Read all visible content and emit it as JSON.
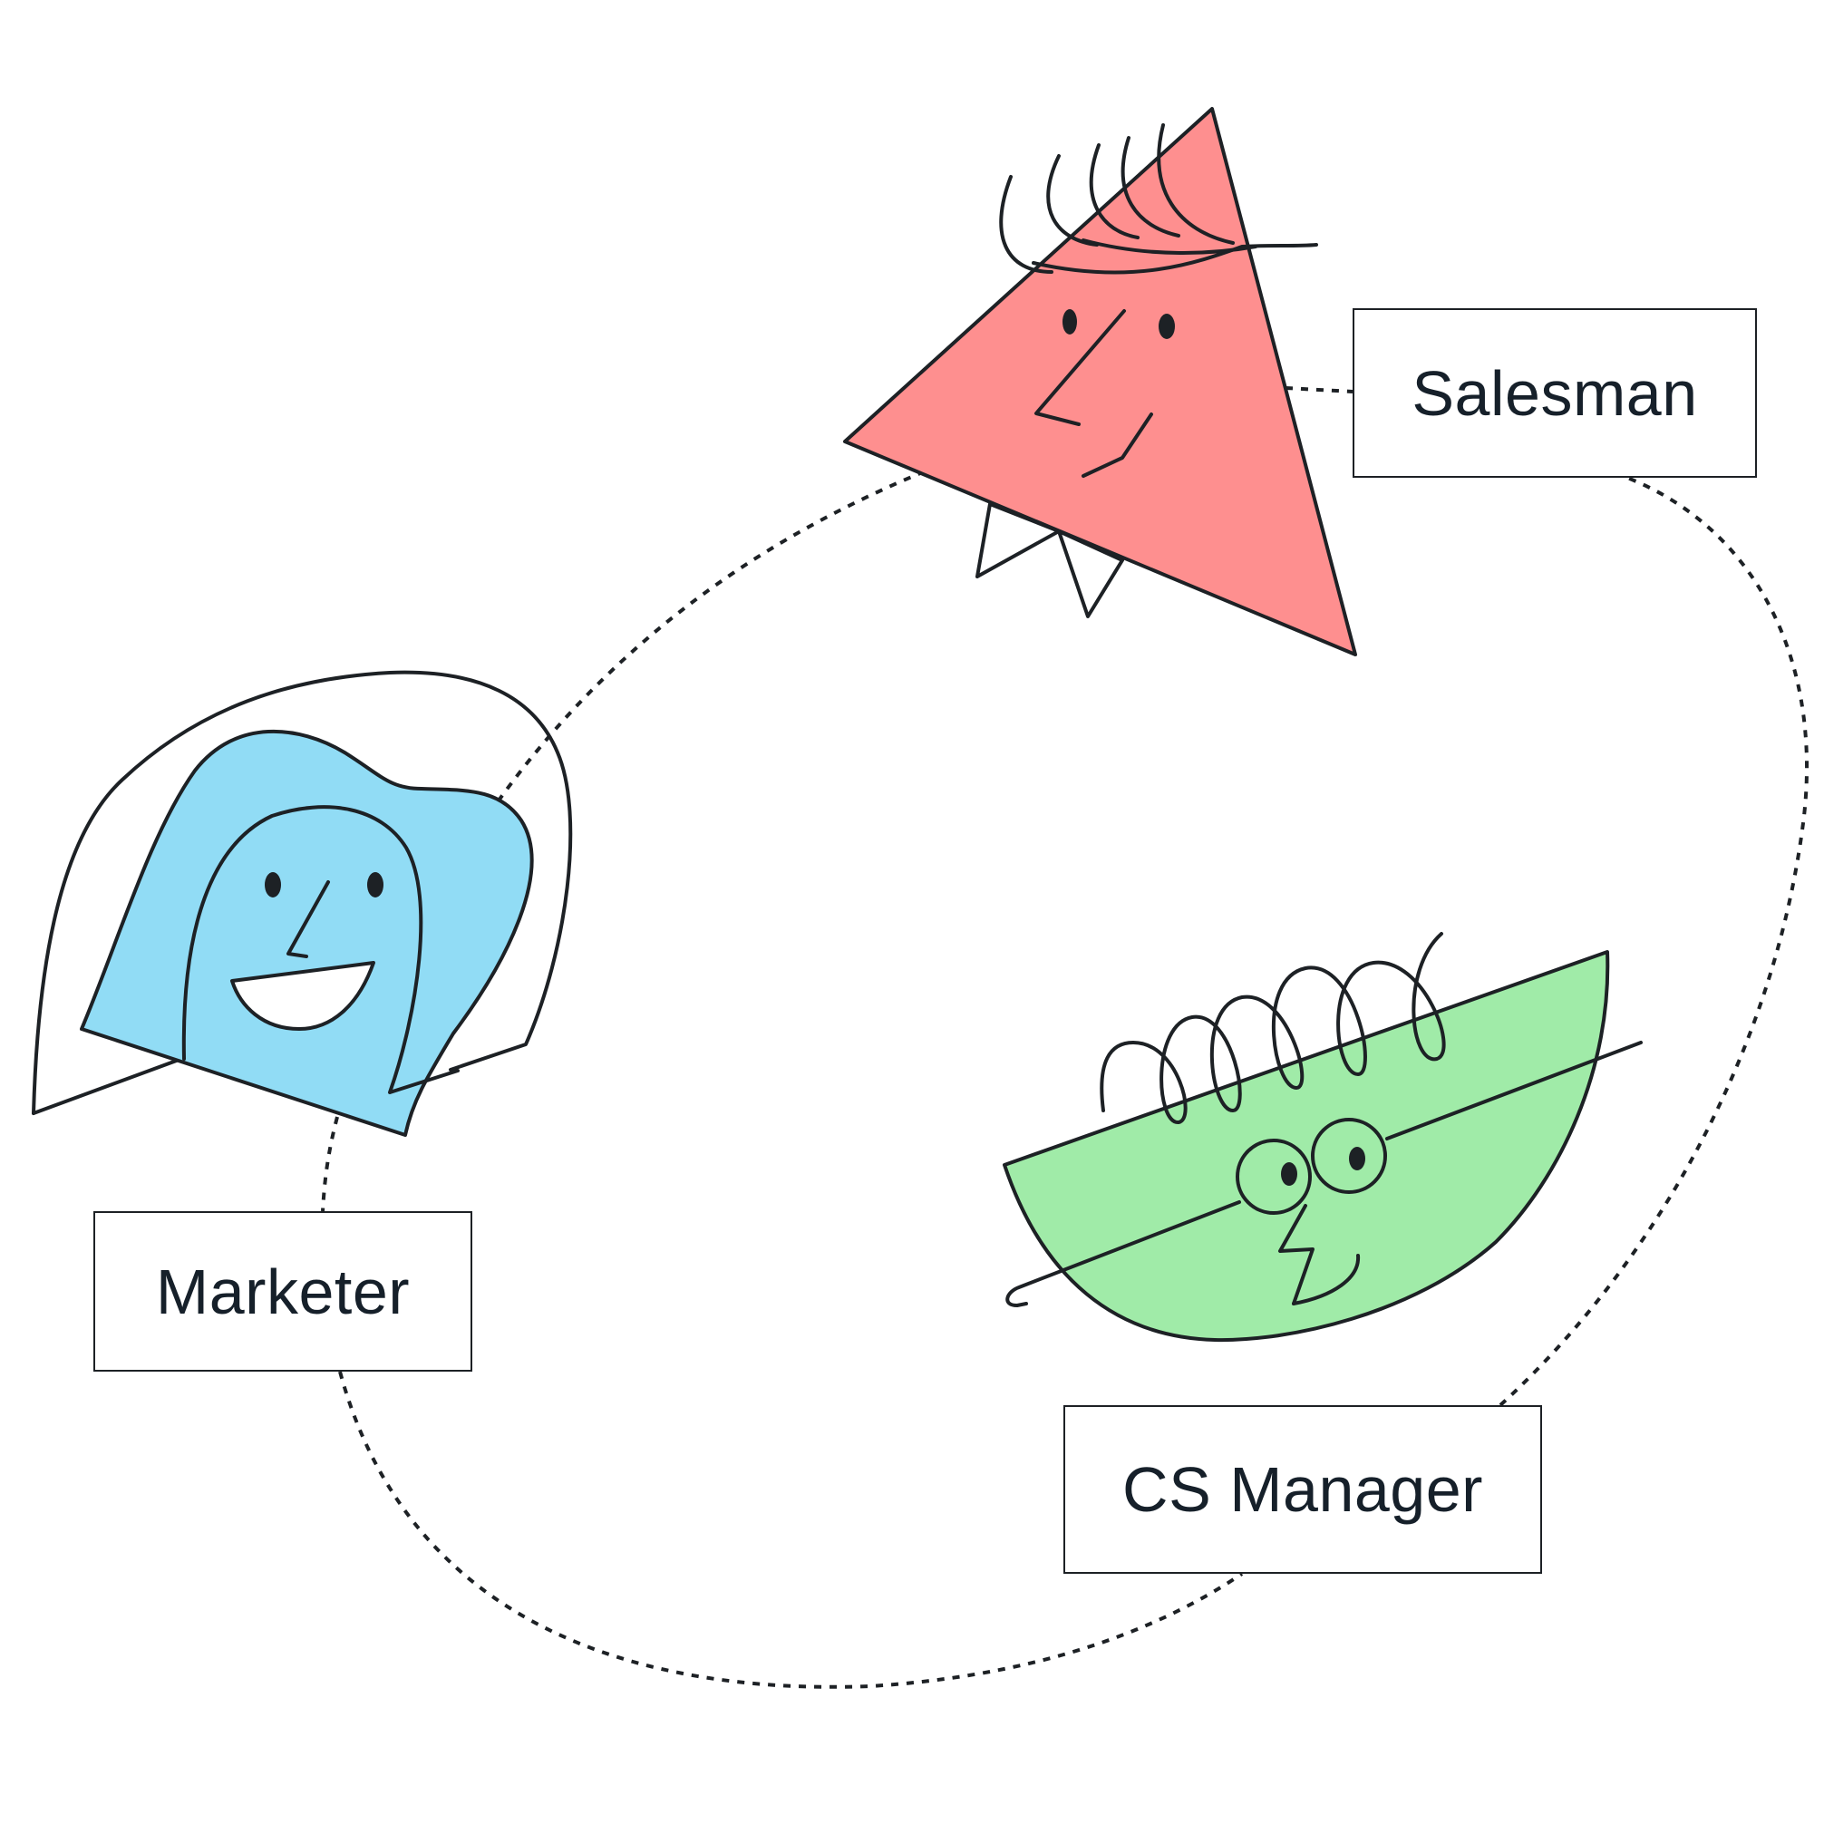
{
  "labels": {
    "salesman": "Salesman",
    "marketer": "Marketer",
    "cs_manager": "CS Manager"
  },
  "colors": {
    "salesman_fill": "#fe8f8f",
    "marketer_fill": "#91dcf5",
    "cs_manager_fill": "#a0eba8",
    "stroke": "#1d2125",
    "text": "#16202a"
  },
  "icons": {
    "salesman": "triangle-face-with-curly-hair",
    "marketer": "blue-face-with-hair-outline",
    "cs_manager": "green-half-circle-face-with-glasses"
  }
}
